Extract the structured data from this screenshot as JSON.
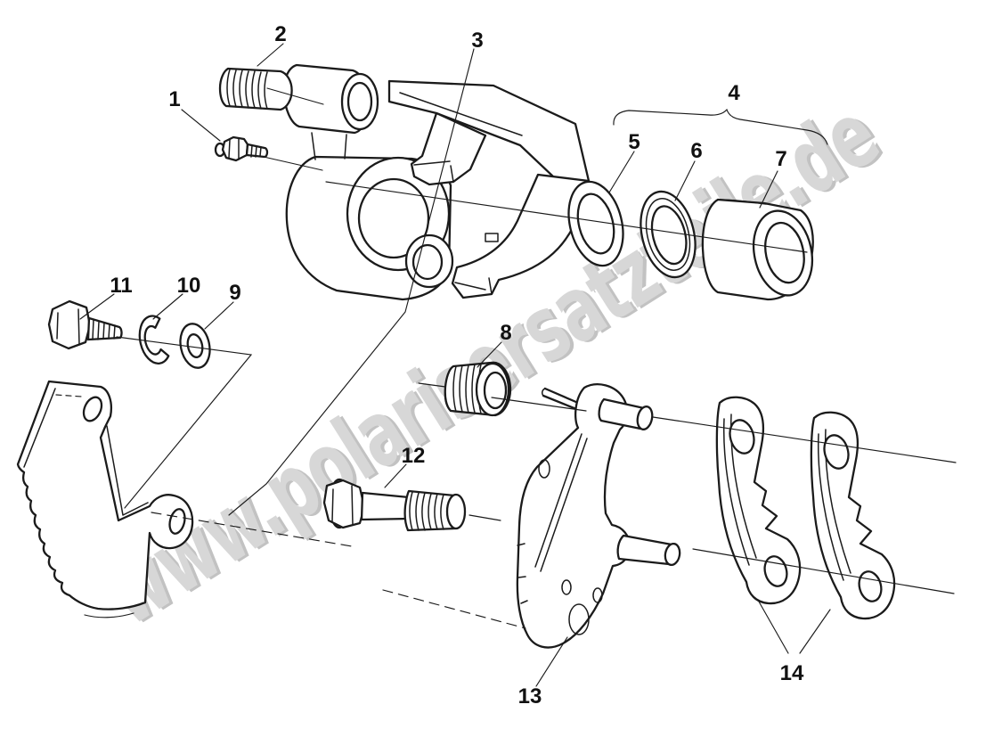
{
  "watermark": {
    "text": "www.polarisersatzteile.de",
    "fill_color": "#d4d4d4",
    "highlight_color": "#ffffff",
    "shadow_color": "#bdbdbd"
  },
  "drawing": {
    "background": "#ffffff",
    "line_color": "#1b1b1b",
    "type": "exploded-parts-diagram",
    "callouts": [
      "1",
      "2",
      "3",
      "4",
      "5",
      "6",
      "7",
      "8",
      "9",
      "10",
      "11",
      "12",
      "13",
      "14"
    ]
  }
}
